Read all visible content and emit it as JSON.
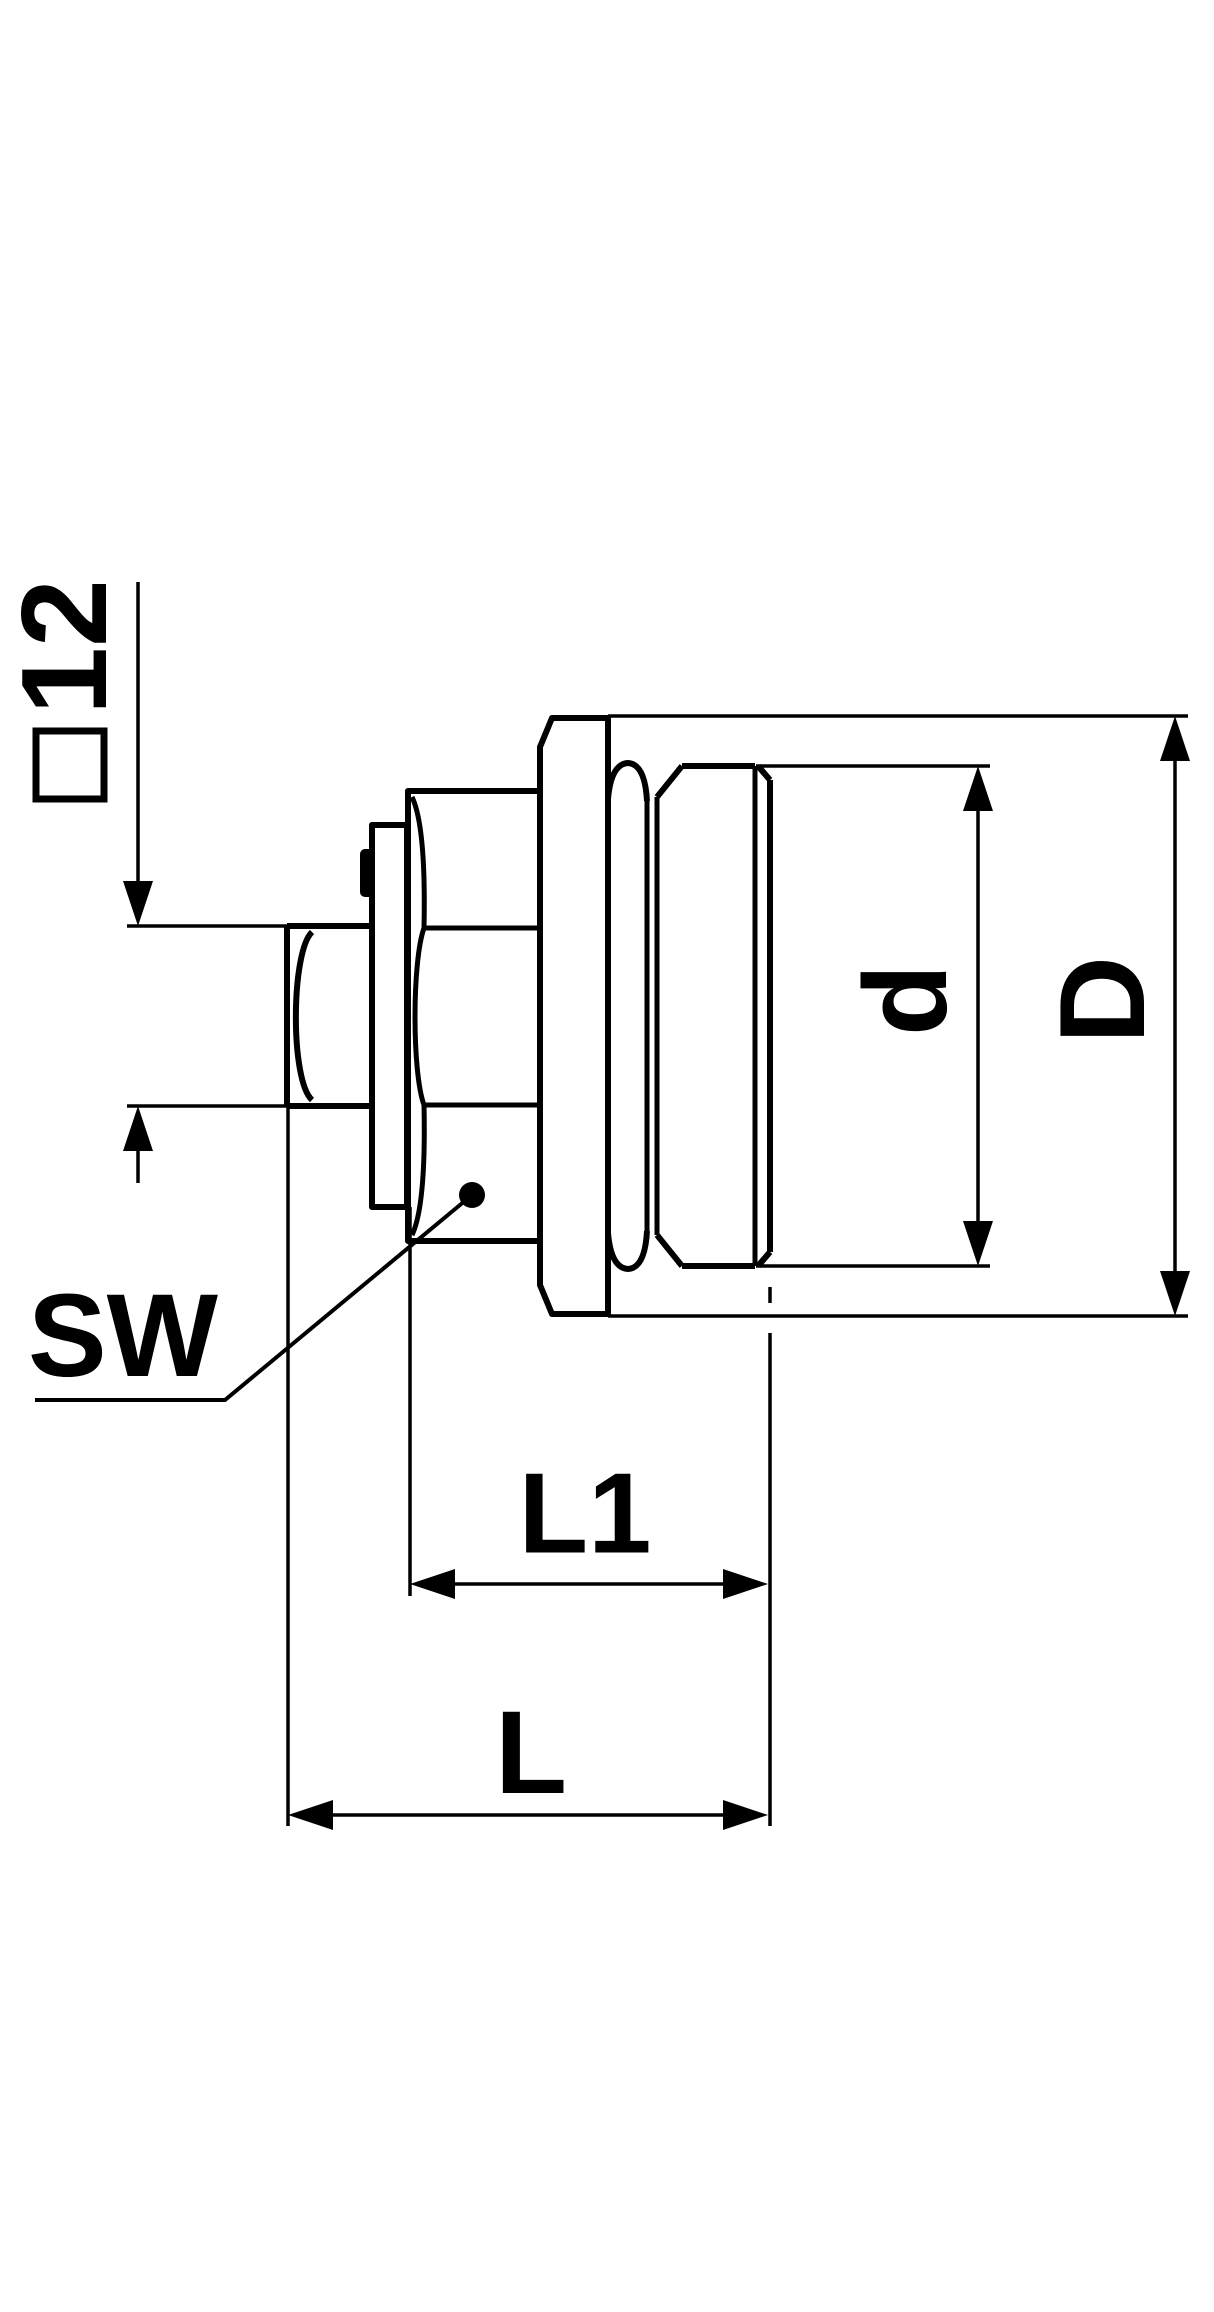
{
  "labels": {
    "square_symbol": "□",
    "square_value": "12",
    "across_flats": "SW",
    "inner_diameter": "d",
    "outer_diameter": "D",
    "length_inner": "L1",
    "length_overall": "L"
  }
}
